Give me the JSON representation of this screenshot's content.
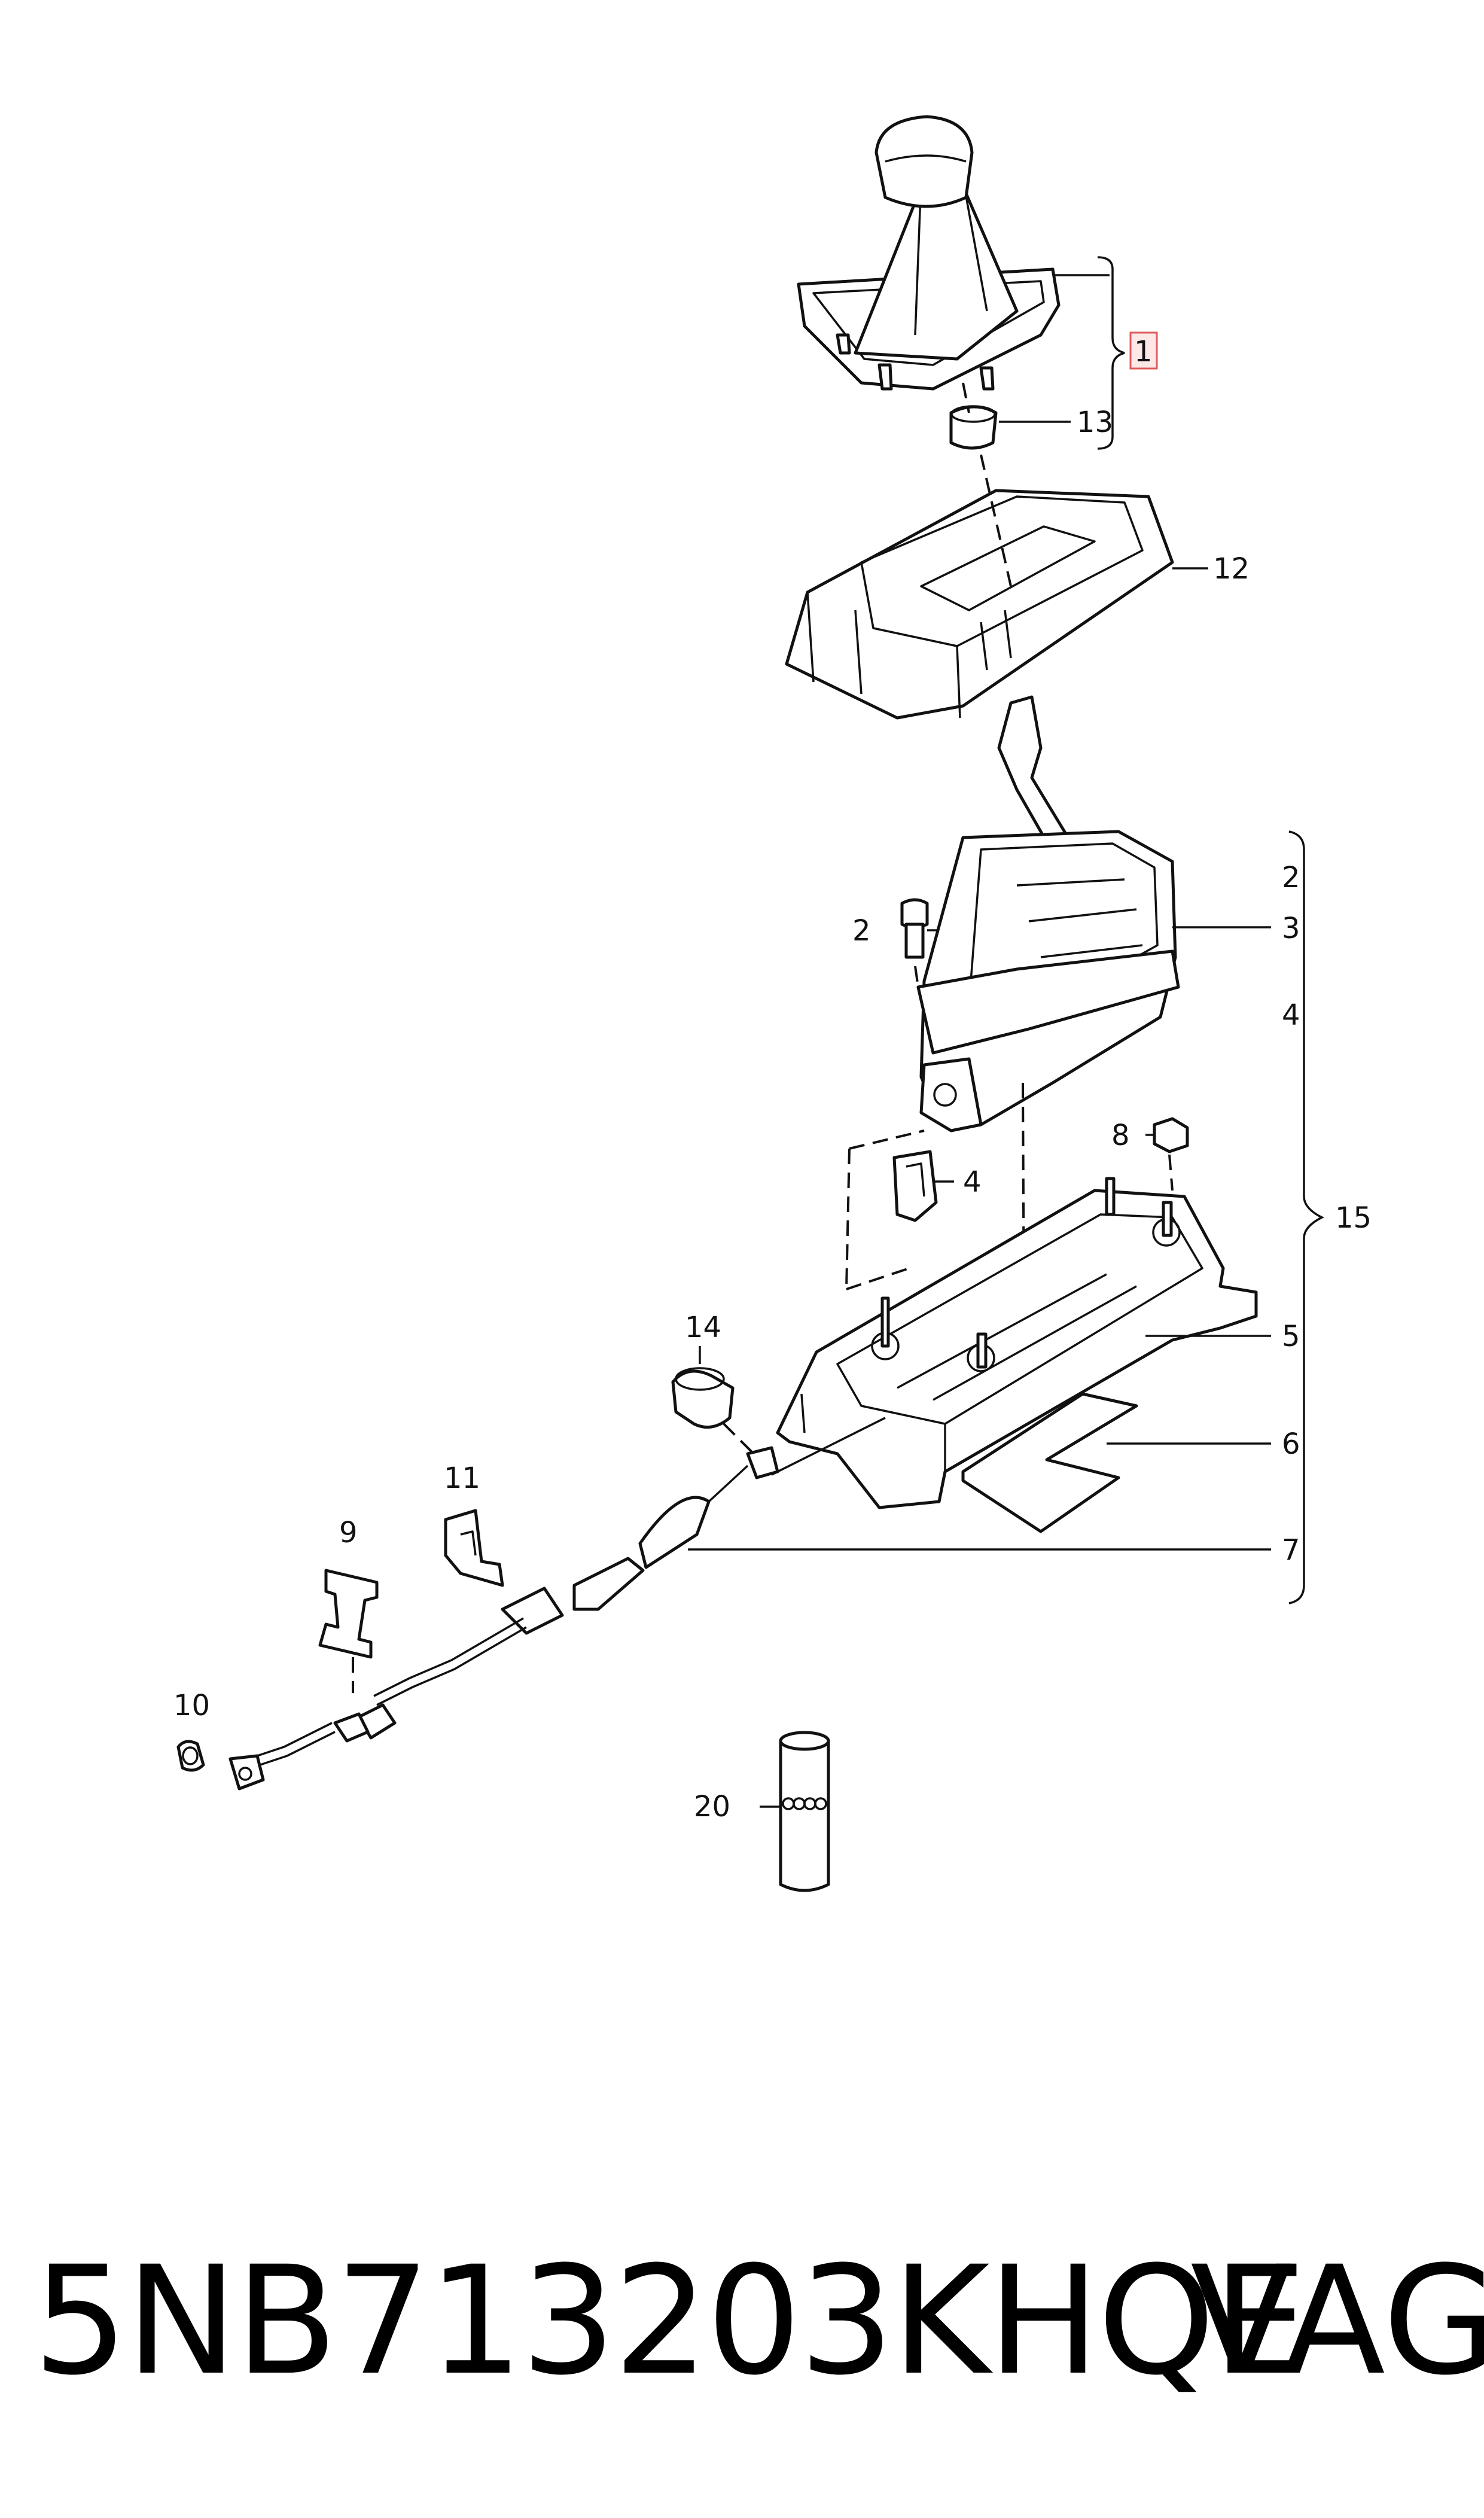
{
  "diagram": {
    "callouts": {
      "c1": "1",
      "c13": "13",
      "c12": "12",
      "c2a": "2",
      "c2b": "2",
      "c3": "3",
      "c4a": "4",
      "c4b": "4",
      "c15": "15",
      "c8": "8",
      "c5": "5",
      "c6": "6",
      "c7": "7",
      "c14": "14",
      "c11": "11",
      "c9": "9",
      "c10": "10",
      "c20": "20"
    },
    "highlighted_callout": "1",
    "highlight_color": "#fde8e8",
    "highlight_border_color": "#e05a5a"
  },
  "caption": {
    "part_number": "5NB713203KHQE",
    "brand": "VAG"
  }
}
